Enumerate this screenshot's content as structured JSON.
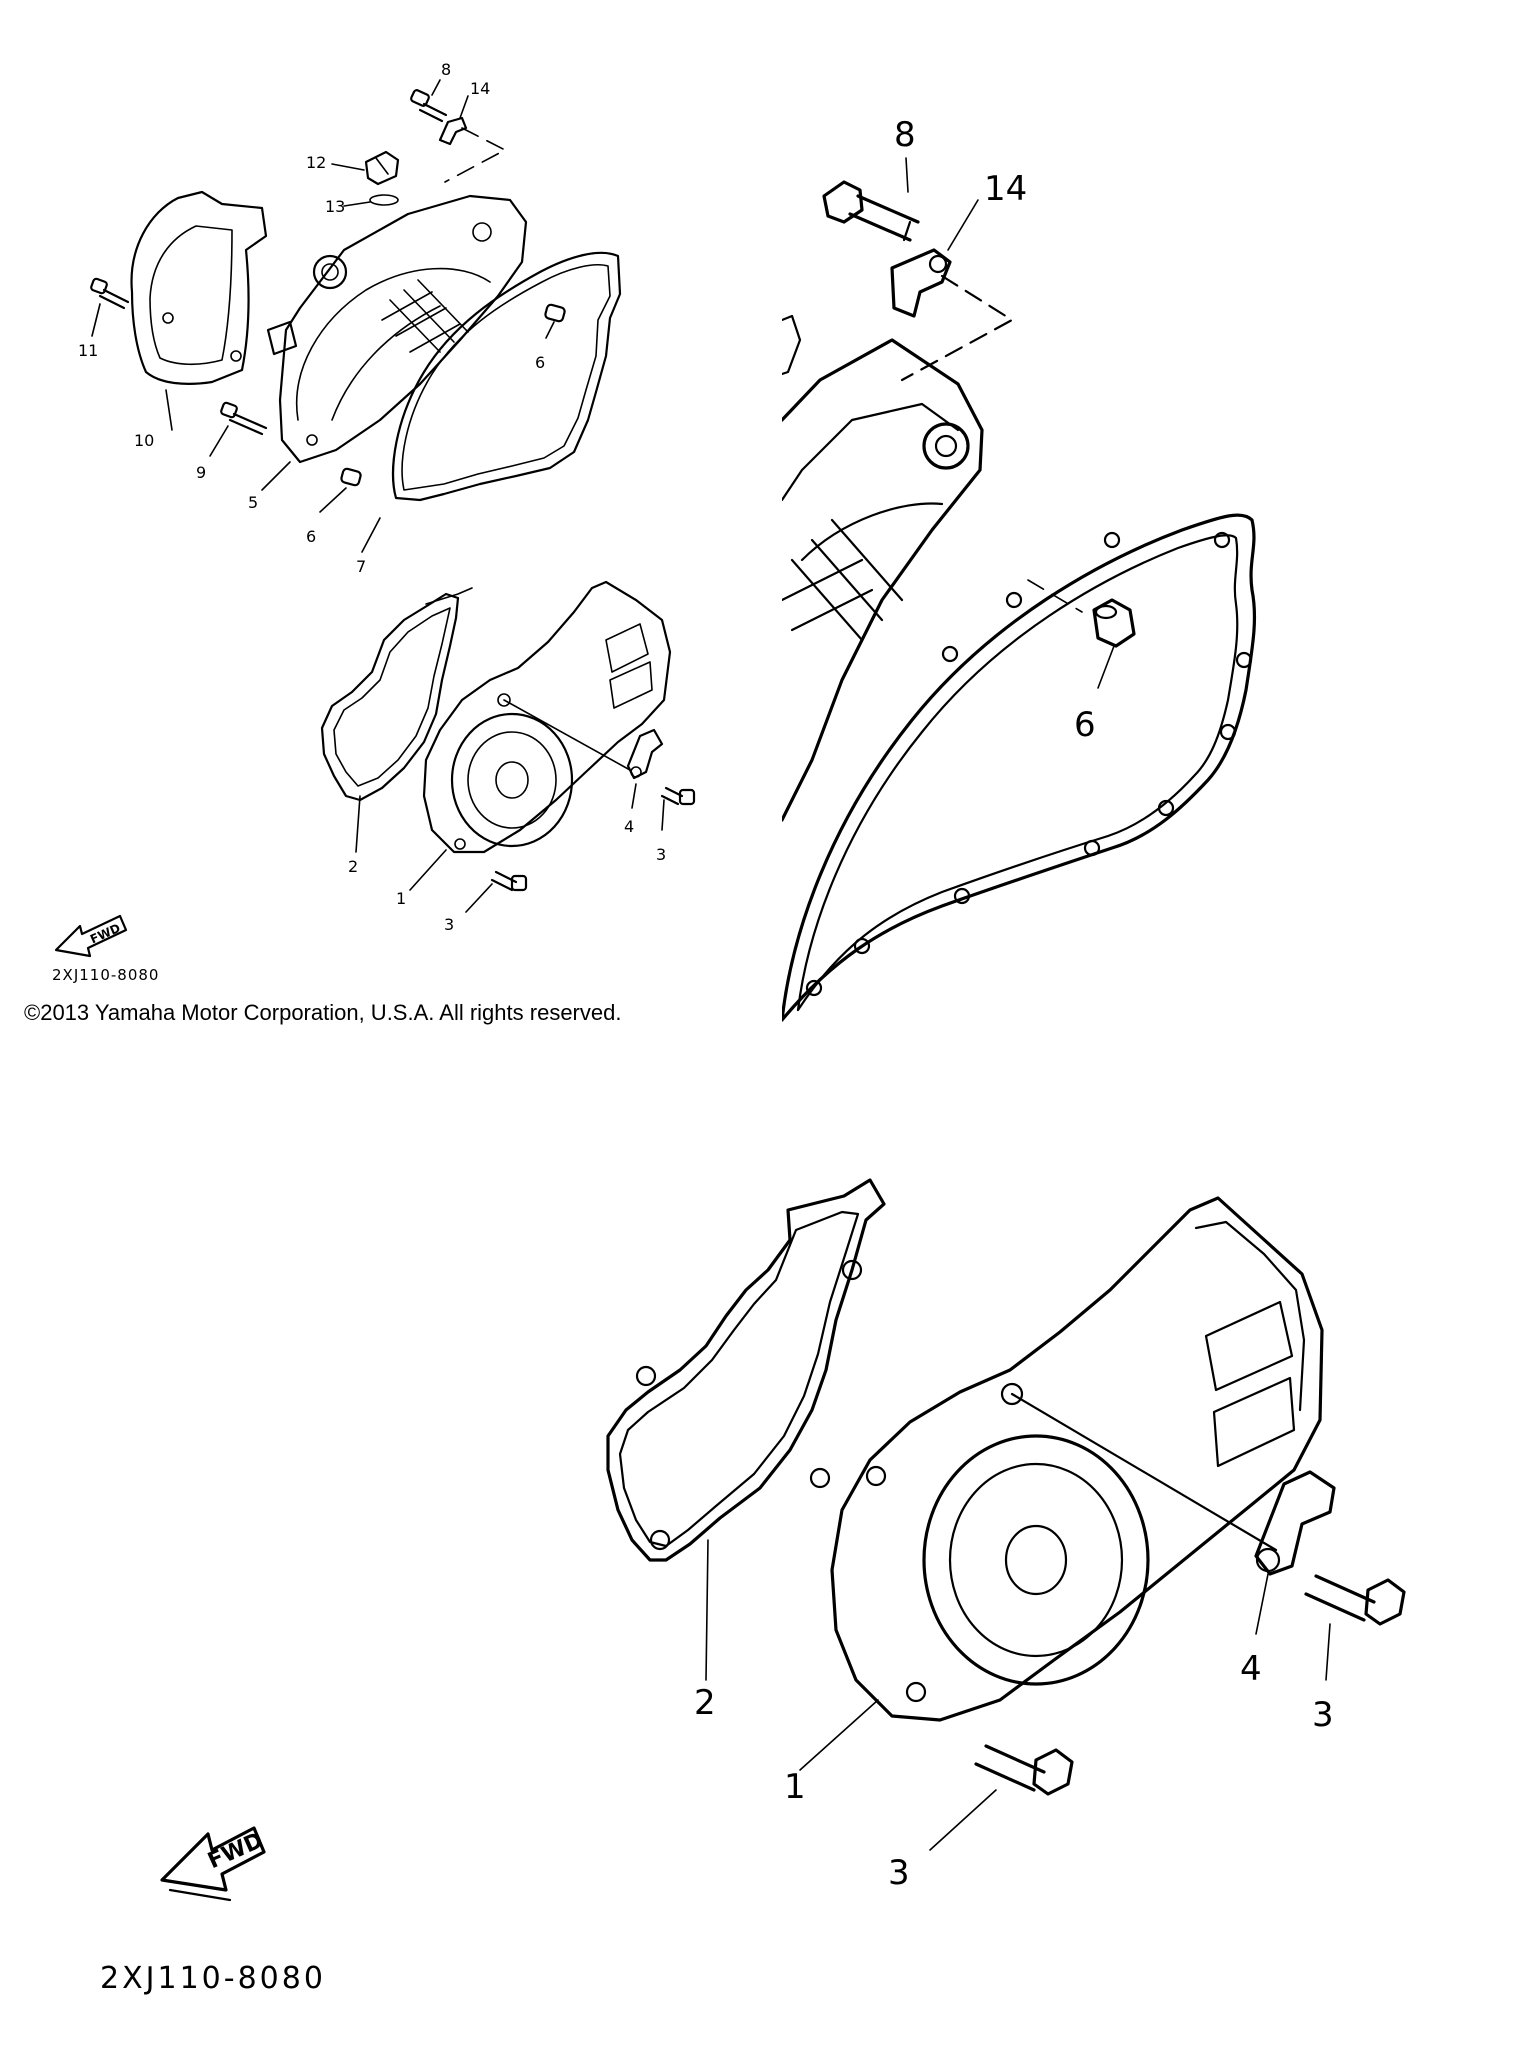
{
  "labels": {
    "overview": [
      "8",
      "14",
      "12",
      "13",
      "11",
      "10",
      "9",
      "5",
      "6",
      "6",
      "7",
      "2",
      "1",
      "4",
      "3",
      "3"
    ],
    "zoom_top": [
      "8",
      "14",
      "6"
    ],
    "zoom_bottom": [
      "2",
      "1",
      "4",
      "3",
      "3"
    ]
  },
  "fwd_label": "FWD",
  "diagram_code": "2XJ110-8080",
  "copyright": "©2013 Yamaha Motor Corporation, U.S.A. All rights reserved."
}
